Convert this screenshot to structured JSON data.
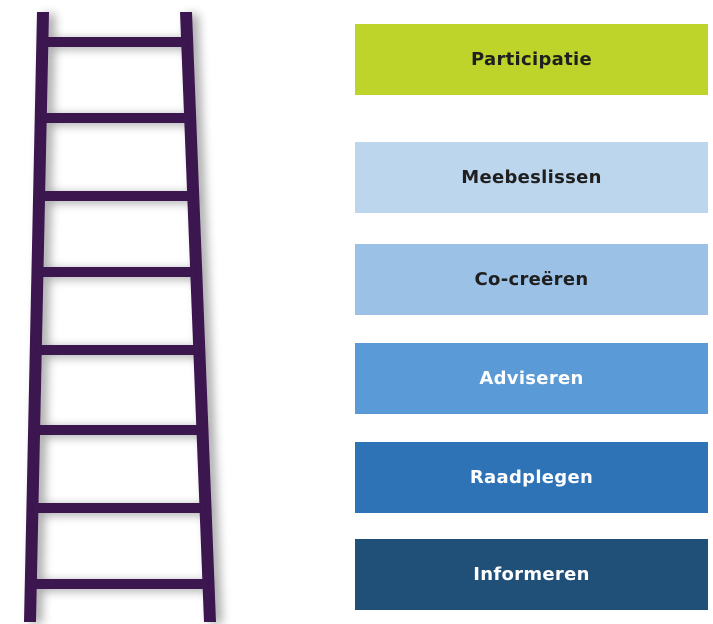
{
  "ladder": {
    "icon": "ladder-icon",
    "color": "#3a1250",
    "rungs": 8
  },
  "levels": [
    {
      "label": "Participatie",
      "bg": "#bed42a",
      "fg": "#1f1f1f"
    },
    {
      "label": "Meebeslissen",
      "bg": "#bcd6ee",
      "fg": "#1f1f1f"
    },
    {
      "label": "Co-creëren",
      "bg": "#9bc1e6",
      "fg": "#1f1f1f"
    },
    {
      "label": "Adviseren",
      "bg": "#5a9ad6",
      "fg": "#ffffff"
    },
    {
      "label": "Raadplegen",
      "bg": "#2e73b6",
      "fg": "#ffffff"
    },
    {
      "label": "Informeren",
      "bg": "#204f78",
      "fg": "#ffffff"
    }
  ]
}
